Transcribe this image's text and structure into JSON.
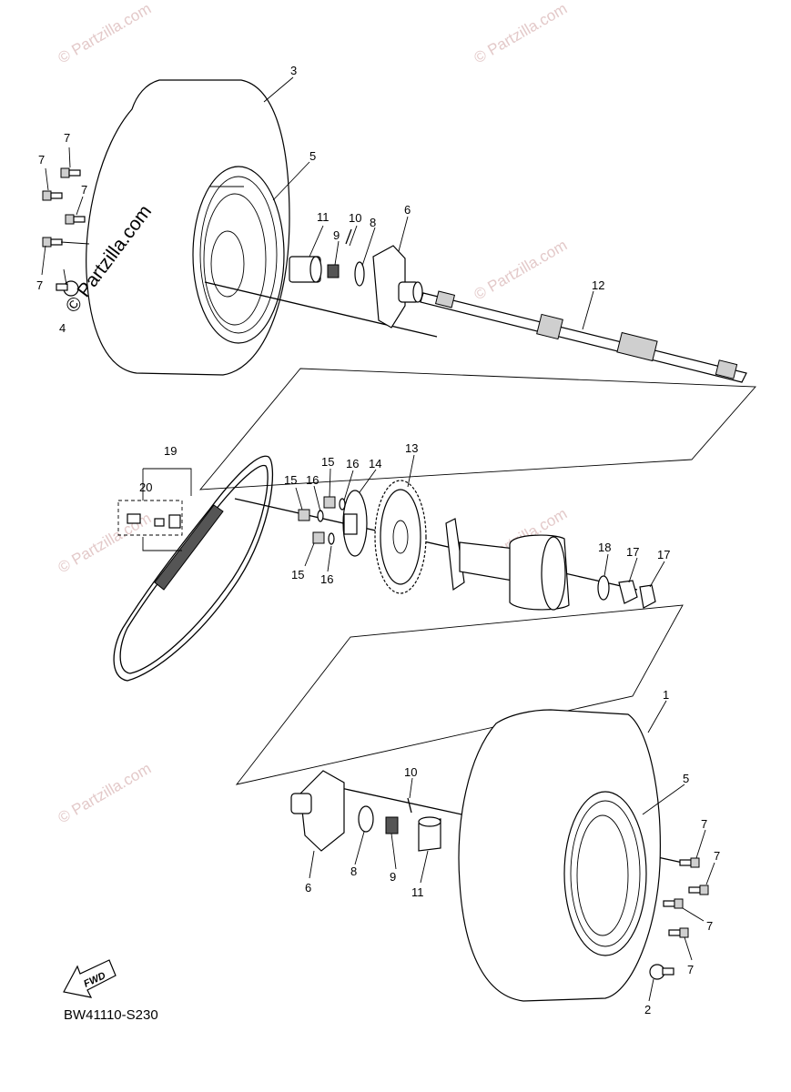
{
  "diagram": {
    "code": "BW41110-S230",
    "fwd_label": "FWD",
    "watermark_main": "© Partzilla.com",
    "watermark_tile": "© Partzilla.com",
    "callouts": {
      "c1": "1",
      "c2": "2",
      "c3": "3",
      "c4": "4",
      "c5a": "5",
      "c5b": "5",
      "c6a": "6",
      "c6b": "6",
      "c7a": "7",
      "c7b": "7",
      "c7c": "7",
      "c7d": "7",
      "c7e": "7",
      "c7f": "7",
      "c7g": "7",
      "c7h": "7",
      "c8a": "8",
      "c8b": "8",
      "c9a": "9",
      "c9b": "9",
      "c10a": "10",
      "c10b": "10",
      "c11a": "11",
      "c11b": "11",
      "c12": "12",
      "c13": "13",
      "c14": "14",
      "c15a": "15",
      "c15b": "15",
      "c15c": "15",
      "c16a": "16",
      "c16b": "16",
      "c16c": "16",
      "c17a": "17",
      "c17b": "17",
      "c18": "18",
      "c19": "19",
      "c20": "20"
    }
  }
}
